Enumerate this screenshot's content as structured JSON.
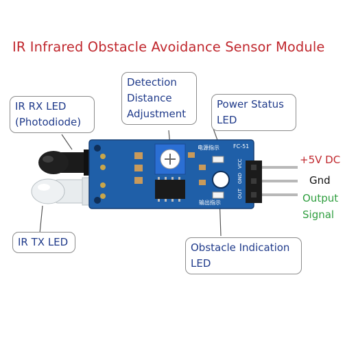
{
  "title": "IR Infrared Obstacle Avoidance Sensor Module",
  "callouts": {
    "rx_led": [
      "IR RX LED",
      "(Photodiode)"
    ],
    "tx_led": "IR TX LED",
    "detection": [
      "Detection",
      "Distance",
      "Adjustment"
    ],
    "power_status": [
      "Power Status",
      "LED"
    ],
    "obstacle": [
      "Obstacle Indication",
      "LED"
    ]
  },
  "pins": {
    "vcc": "+5V DC",
    "gnd": "Gnd",
    "out_line1": "Output",
    "out_line2": "Signal"
  },
  "board_text": {
    "model": "FC-51",
    "pin_names": [
      "VCC",
      "GND",
      "OUT"
    ],
    "power_silk": "电源指示",
    "output_silk": "输出指示"
  },
  "colors": {
    "title": "#c0272d",
    "callout_text": "#1f3a8a",
    "vcc_label": "#c0272d",
    "gnd_label": "#111111",
    "out_label": "#2e9e3e",
    "pcb": "#1f5fa8"
  }
}
